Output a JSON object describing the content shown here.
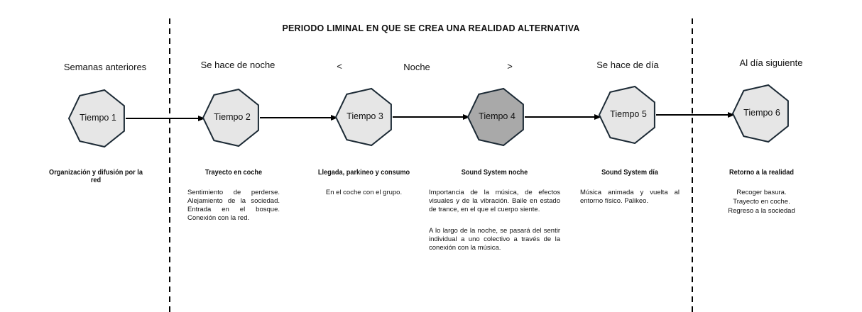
{
  "title": "PERIODO LIMINAL EN QUE SE CREA UNA REALIDAD ALTERNATIVA",
  "phases": {
    "p1": "Semanas anteriores",
    "p2": "Se hace de noche",
    "night_left": "<",
    "night": "Noche",
    "night_right": ">",
    "p5": "Se hace de día",
    "p6": "Al día siguiente"
  },
  "nodes": [
    {
      "label": "Tiempo 1",
      "fill": "#e6e6e6",
      "heading": "Organización y difusión por la red",
      "desc": []
    },
    {
      "label": "Tiempo 2",
      "fill": "#e6e6e6",
      "heading": "Trayecto en coche",
      "desc": [
        "Sentimiento de perderse. Alejamiento de la sociedad. Entrada en el bosque. Conexión con la red."
      ]
    },
    {
      "label": "Tiempo 3",
      "fill": "#e6e6e6",
      "heading": "Llegada, parkineo y consumo",
      "desc": [
        "En el coche con el grupo."
      ]
    },
    {
      "label": "Tiempo 4",
      "fill": "#a9a9a9",
      "heading": "Sound System noche",
      "desc": [
        "Importancia de la música, de efectos visuales y de la vibración. Baile en estado de trance, en el que el cuerpo siente.",
        "A lo largo de la noche, se pasará del sentir individual a uno colectivo a través de la conexión con la música."
      ]
    },
    {
      "label": "Tiempo 5",
      "fill": "#e6e6e6",
      "heading": "Sound System día",
      "desc": [
        "Música animada y vuelta al entorno físico. Palikeo."
      ]
    },
    {
      "label": "Tiempo 6",
      "fill": "#e6e6e6",
      "heading": "Retorno a la realidad",
      "desc": [
        "Recoger basura.",
        "Trayecto en coche.",
        "Regreso a la sociedad"
      ]
    }
  ],
  "colors": {
    "stroke": "#1c2a35",
    "arrow": "#000000"
  }
}
